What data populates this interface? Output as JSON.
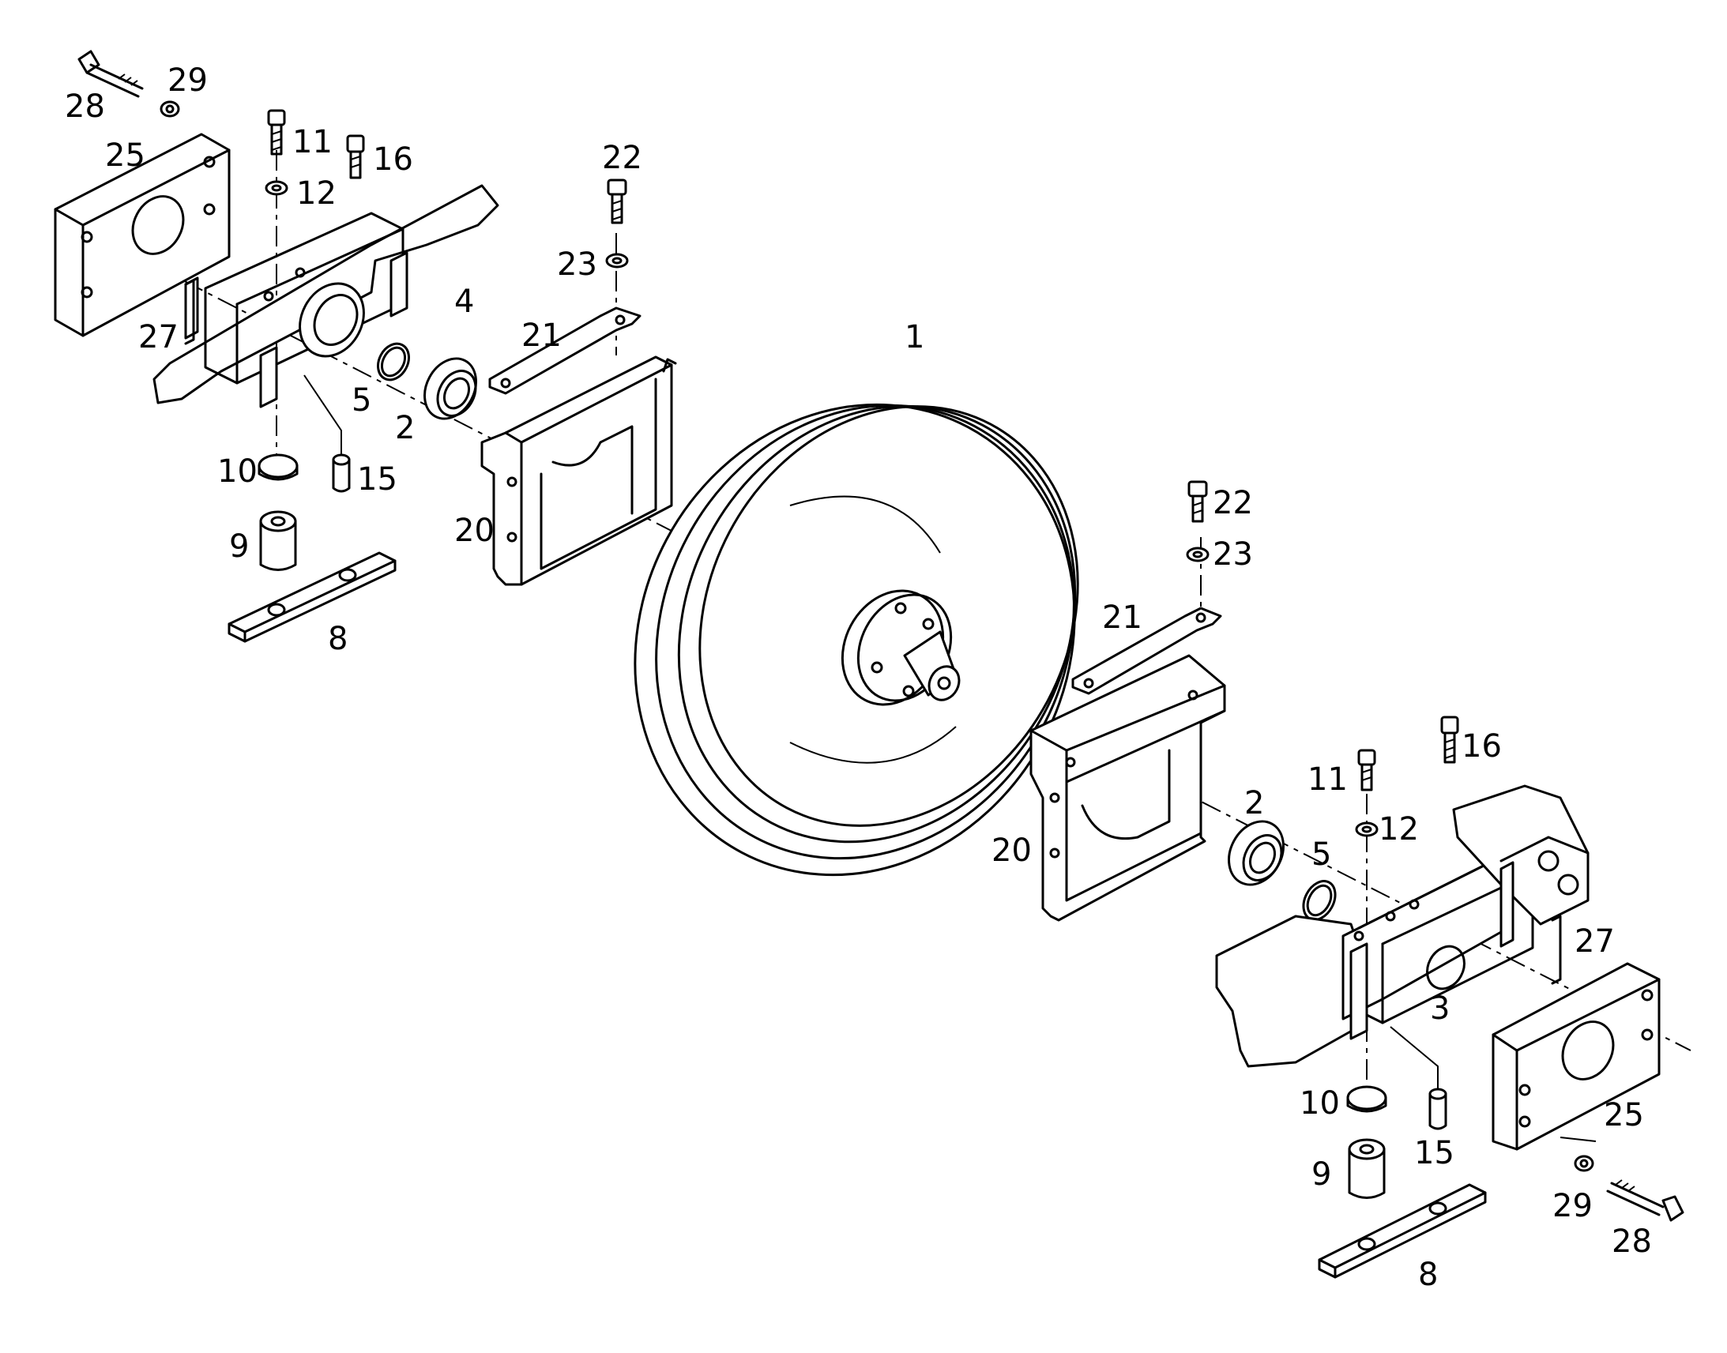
{
  "callouts": {
    "c1": "1",
    "c2_left": "2",
    "c2_right": "2",
    "c3": "3",
    "c4": "4",
    "c5_left": "5",
    "c5_right": "5",
    "c8_left": "8",
    "c8_right": "8",
    "c9_left": "9",
    "c9_right": "9",
    "c10_left": "10",
    "c10_right": "10",
    "c11_left": "11",
    "c11_right": "11",
    "c12_left": "12",
    "c12_right": "12",
    "c15_left": "15",
    "c15_right": "15",
    "c16_left": "16",
    "c16_right": "16",
    "c20_left": "20",
    "c20_right": "20",
    "c21_left": "21",
    "c21_right": "21",
    "c22_left": "22",
    "c22_right": "22",
    "c23_left": "23",
    "c23_right": "23",
    "c25_left": "25",
    "c25_right": "25",
    "c27_left": "27",
    "c27_right": "27",
    "c28_left": "28",
    "c28_right": "28",
    "c29_left": "29",
    "c29_right": "29"
  }
}
